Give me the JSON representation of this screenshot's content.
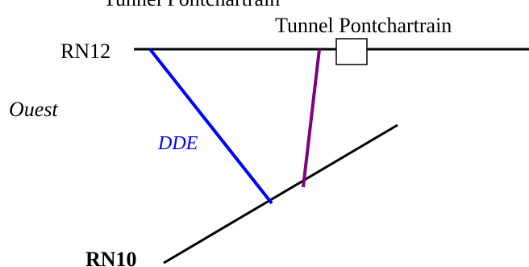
{
  "top_clipped_text": "Tunnel Pontchartrain",
  "labels": {
    "tunnel": "Tunnel Pontchartrain",
    "rn12": "RN12",
    "ouest": "Ouest",
    "dde": "DDE",
    "rn10": "RN10"
  },
  "colors": {
    "road": "#000000",
    "dde_link": "#0000ff",
    "purple_link": "#800080",
    "text": "#000000",
    "dde_text": "#0000ff"
  }
}
